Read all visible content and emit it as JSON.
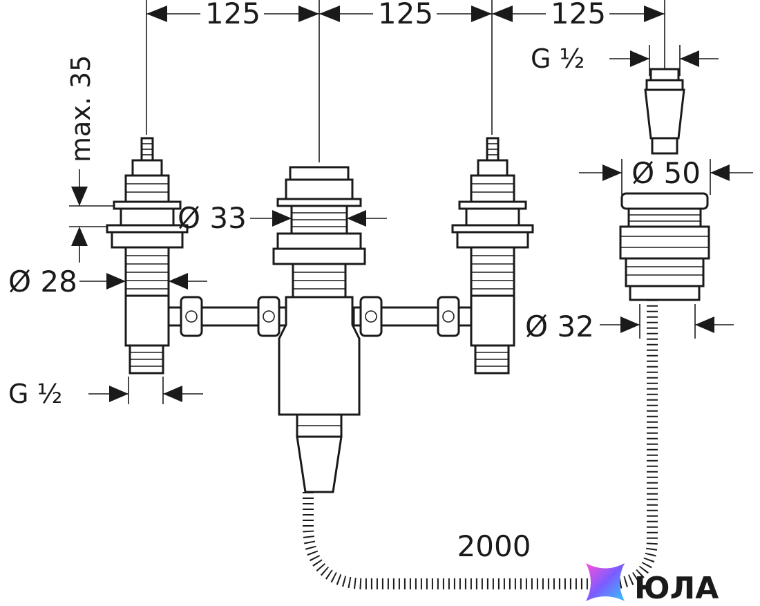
{
  "dimensions": {
    "spacing_1": "125",
    "spacing_2": "125",
    "spacing_3": "125",
    "max_height": "max. 35",
    "thread_right": "G ½",
    "thread_left": "G ½",
    "dia_33": "Ø 33",
    "dia_28": "Ø 28",
    "dia_50": "Ø 50",
    "dia_32": "Ø 32",
    "hose_length": "2000"
  },
  "logo": {
    "text": "ЮЛА",
    "gradient_colors": [
      "#ff4fd8",
      "#7b5cff",
      "#33c3ff"
    ]
  }
}
